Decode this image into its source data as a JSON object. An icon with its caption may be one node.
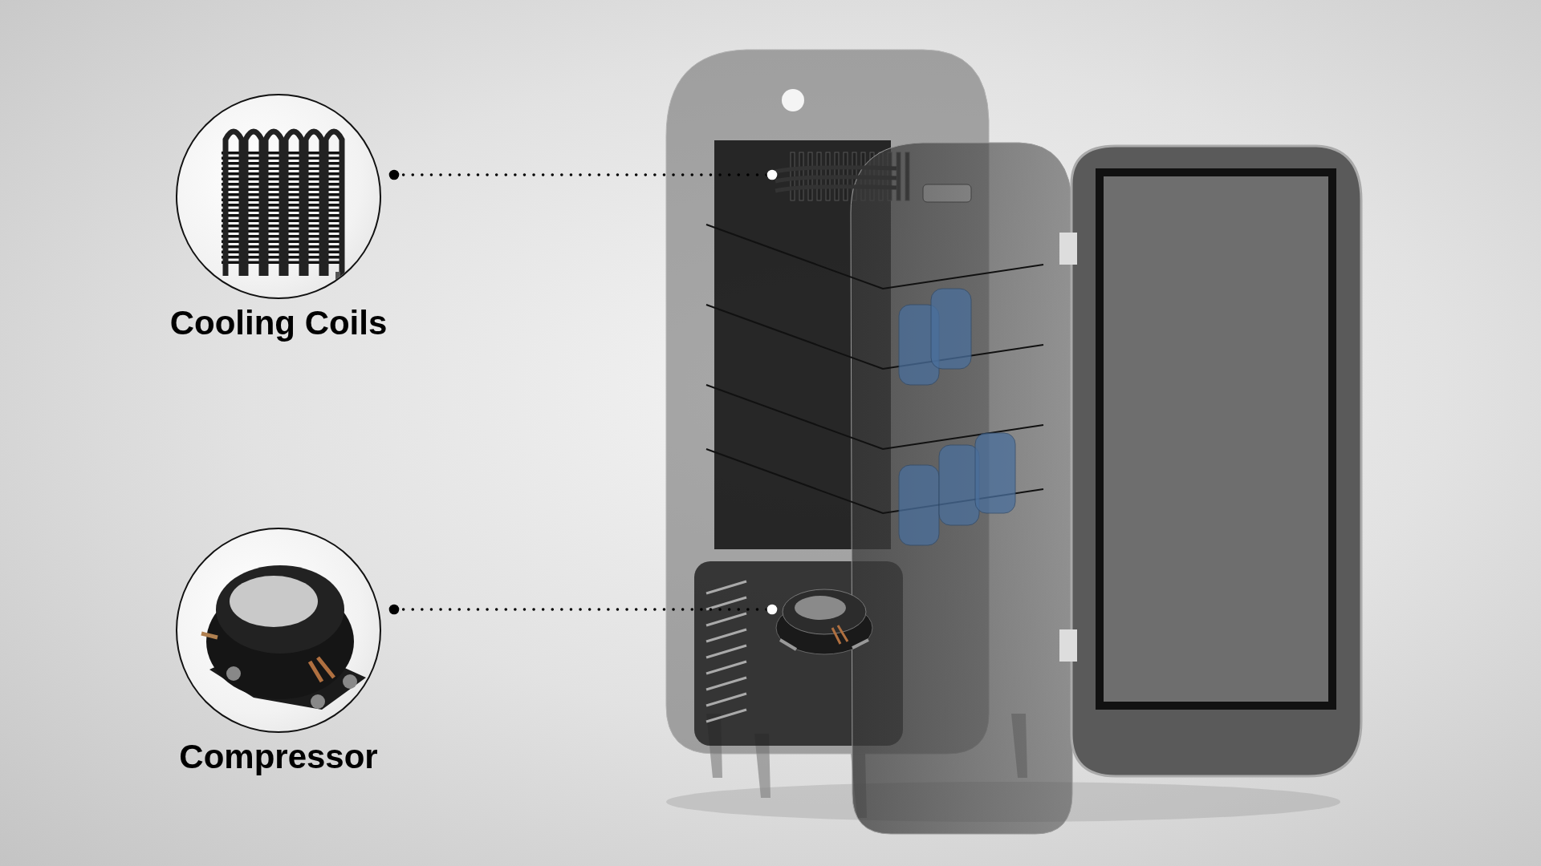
{
  "diagram": {
    "nodes": [
      {
        "text": [
          "Cooling Coils"
        ]
      },
      {
        "text": [],
        "shape": "picture"
      },
      {
        "text": [
          "Compressor"
        ]
      },
      {
        "text": [],
        "shape": "picture"
      }
    ],
    "edges": [
      {
        "from": 0,
        "to": 1,
        "arrow": "other",
        "style": "dashed"
      },
      {
        "from": 2,
        "to": 3,
        "arrow": "other",
        "style": "dashed"
      }
    ]
  }
}
